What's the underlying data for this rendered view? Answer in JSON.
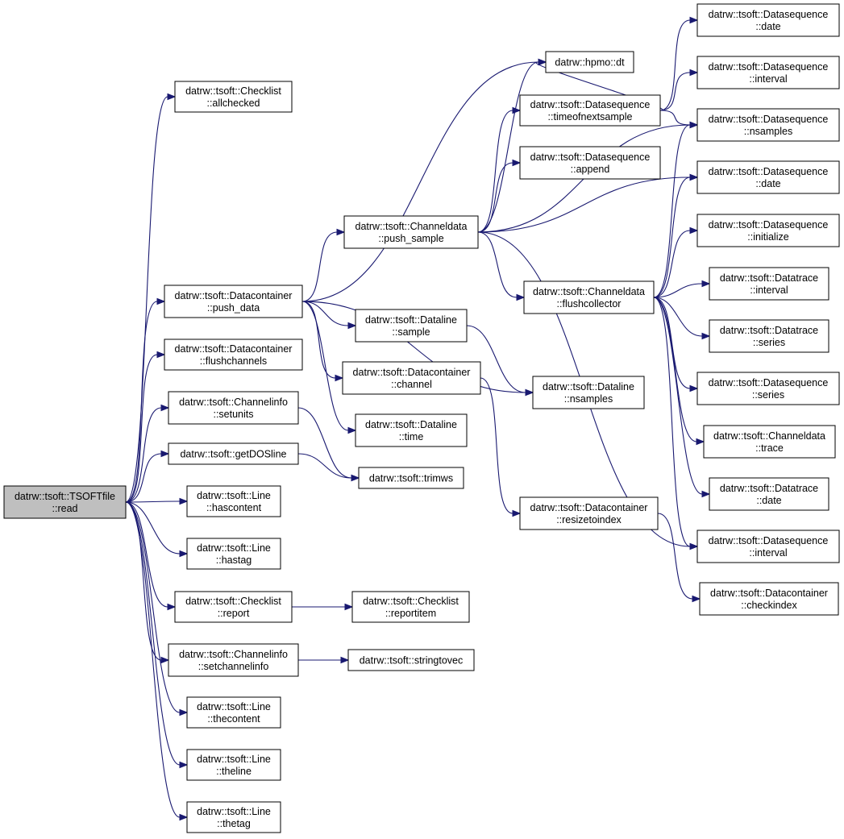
{
  "colors": {
    "edge": "#191970",
    "root_fill": "#bfbfbf",
    "node_fill": "#ffffff",
    "node_border": "#000000"
  },
  "nodes": [
    {
      "id": "read",
      "line1": "datrw::tsoft::TSOFTfile",
      "line2": "::read",
      "root": true
    },
    {
      "id": "allchecked",
      "line1": "datrw::tsoft::Checklist",
      "line2": "::allchecked"
    },
    {
      "id": "push_data",
      "line1": "datrw::tsoft::Datacontainer",
      "line2": "::push_data"
    },
    {
      "id": "flushchannels",
      "line1": "datrw::tsoft::Datacontainer",
      "line2": "::flushchannels"
    },
    {
      "id": "setunits",
      "line1": "datrw::tsoft::Channelinfo",
      "line2": "::setunits"
    },
    {
      "id": "getDOSline",
      "line1": "datrw::tsoft::getDOSline",
      "line2": ""
    },
    {
      "id": "hascontent",
      "line1": "datrw::tsoft::Line",
      "line2": "::hascontent"
    },
    {
      "id": "hastag",
      "line1": "datrw::tsoft::Line",
      "line2": "::hastag"
    },
    {
      "id": "report",
      "line1": "datrw::tsoft::Checklist",
      "line2": "::report"
    },
    {
      "id": "setchannelinfo",
      "line1": "datrw::tsoft::Channelinfo",
      "line2": "::setchannelinfo"
    },
    {
      "id": "thecontent",
      "line1": "datrw::tsoft::Line",
      "line2": "::thecontent"
    },
    {
      "id": "theline",
      "line1": "datrw::tsoft::Line",
      "line2": "::theline"
    },
    {
      "id": "thetag",
      "line1": "datrw::tsoft::Line",
      "line2": "::thetag"
    },
    {
      "id": "push_sample",
      "line1": "datrw::tsoft::Channeldata",
      "line2": "::push_sample"
    },
    {
      "id": "dl_sample",
      "line1": "datrw::tsoft::Dataline",
      "line2": "::sample"
    },
    {
      "id": "dc_channel",
      "line1": "datrw::tsoft::Datacontainer",
      "line2": "::channel"
    },
    {
      "id": "dl_time",
      "line1": "datrw::tsoft::Dataline",
      "line2": "::time"
    },
    {
      "id": "trimws",
      "line1": "datrw::tsoft::trimws",
      "line2": ""
    },
    {
      "id": "reportitem",
      "line1": "datrw::tsoft::Checklist",
      "line2": "::reportitem"
    },
    {
      "id": "stringtovec",
      "line1": "datrw::tsoft::stringtovec",
      "line2": ""
    },
    {
      "id": "hpmo_dt",
      "line1": "datrw::hpmo::dt",
      "line2": ""
    },
    {
      "id": "timeofnextsample",
      "line1": "datrw::tsoft::Datasequence",
      "line2": "::timeofnextsample"
    },
    {
      "id": "append",
      "line1": "datrw::tsoft::Datasequence",
      "line2": "::append"
    },
    {
      "id": "flushcollector",
      "line1": "datrw::tsoft::Channeldata",
      "line2": "::flushcollector"
    },
    {
      "id": "dl_nsamples",
      "line1": "datrw::tsoft::Dataline",
      "line2": "::nsamples"
    },
    {
      "id": "resizetoindex",
      "line1": "datrw::tsoft::Datacontainer",
      "line2": "::resizetoindex"
    },
    {
      "id": "ds_date1",
      "line1": "datrw::tsoft::Datasequence",
      "line2": "::date"
    },
    {
      "id": "ds_interval1",
      "line1": "datrw::tsoft::Datasequence",
      "line2": "::interval"
    },
    {
      "id": "ds_nsamples",
      "line1": "datrw::tsoft::Datasequence",
      "line2": "::nsamples"
    },
    {
      "id": "ds_date2",
      "line1": "datrw::tsoft::Datasequence",
      "line2": "::date"
    },
    {
      "id": "ds_initialize",
      "line1": "datrw::tsoft::Datasequence",
      "line2": "::initialize"
    },
    {
      "id": "dt_interval",
      "line1": "datrw::tsoft::Datatrace",
      "line2": "::interval"
    },
    {
      "id": "dt_series",
      "line1": "datrw::tsoft::Datatrace",
      "line2": "::series"
    },
    {
      "id": "ds_series",
      "line1": "datrw::tsoft::Datasequence",
      "line2": "::series"
    },
    {
      "id": "cd_trace",
      "line1": "datrw::tsoft::Channeldata",
      "line2": "::trace"
    },
    {
      "id": "dt_date",
      "line1": "datrw::tsoft::Datatrace",
      "line2": "::date"
    },
    {
      "id": "ds_interval2",
      "line1": "datrw::tsoft::Datasequence",
      "line2": "::interval"
    },
    {
      "id": "checkindex",
      "line1": "datrw::tsoft::Datacontainer",
      "line2": "::checkindex"
    }
  ],
  "edges": [
    [
      "read",
      "allchecked"
    ],
    [
      "read",
      "push_data"
    ],
    [
      "read",
      "flushchannels"
    ],
    [
      "read",
      "setunits"
    ],
    [
      "read",
      "getDOSline"
    ],
    [
      "read",
      "hascontent"
    ],
    [
      "read",
      "hastag"
    ],
    [
      "read",
      "report"
    ],
    [
      "read",
      "setchannelinfo"
    ],
    [
      "read",
      "thecontent"
    ],
    [
      "read",
      "theline"
    ],
    [
      "read",
      "thetag"
    ],
    [
      "push_data",
      "push_sample"
    ],
    [
      "push_data",
      "hpmo_dt"
    ],
    [
      "push_data",
      "dl_sample"
    ],
    [
      "push_data",
      "dc_channel"
    ],
    [
      "push_data",
      "dl_time"
    ],
    [
      "push_data",
      "dl_nsamples"
    ],
    [
      "setunits",
      "trimws"
    ],
    [
      "getDOSline",
      "trimws"
    ],
    [
      "report",
      "reportitem"
    ],
    [
      "setchannelinfo",
      "stringtovec"
    ],
    [
      "push_sample",
      "hpmo_dt"
    ],
    [
      "push_sample",
      "timeofnextsample"
    ],
    [
      "push_sample",
      "append"
    ],
    [
      "push_sample",
      "flushcollector"
    ],
    [
      "push_sample",
      "ds_nsamples"
    ],
    [
      "push_sample",
      "ds_date2"
    ],
    [
      "push_sample",
      "ds_interval2"
    ],
    [
      "dl_sample",
      "dl_nsamples"
    ],
    [
      "dc_channel",
      "resizetoindex"
    ],
    [
      "resizetoindex",
      "checkindex"
    ],
    [
      "timeofnextsample",
      "hpmo_dt"
    ],
    [
      "timeofnextsample",
      "ds_date1"
    ],
    [
      "timeofnextsample",
      "ds_interval1"
    ],
    [
      "timeofnextsample",
      "ds_nsamples"
    ],
    [
      "flushcollector",
      "ds_nsamples"
    ],
    [
      "flushcollector",
      "ds_date2"
    ],
    [
      "flushcollector",
      "ds_initialize"
    ],
    [
      "flushcollector",
      "dt_interval"
    ],
    [
      "flushcollector",
      "dt_series"
    ],
    [
      "flushcollector",
      "ds_series"
    ],
    [
      "flushcollector",
      "cd_trace"
    ],
    [
      "flushcollector",
      "dt_date"
    ],
    [
      "flushcollector",
      "ds_interval2"
    ]
  ]
}
